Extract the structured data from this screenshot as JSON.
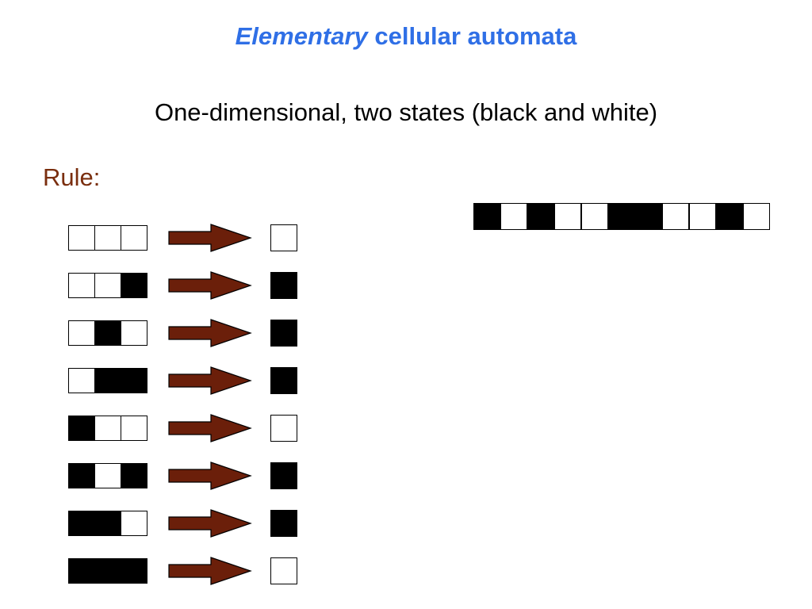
{
  "title": {
    "italic_part": "Elementary",
    "rest": " cellular automata"
  },
  "subtitle": "One-dimensional, two states (black and white)",
  "rule_label": "Rule:",
  "colors": {
    "title": "#2f6fe6",
    "rule_label": "#7a2e0e",
    "arrow_fill": "#6b1f0a"
  },
  "rules": [
    {
      "neighborhood": [
        0,
        0,
        0
      ],
      "result": 0
    },
    {
      "neighborhood": [
        0,
        0,
        1
      ],
      "result": 1
    },
    {
      "neighborhood": [
        0,
        1,
        0
      ],
      "result": 1
    },
    {
      "neighborhood": [
        0,
        1,
        1
      ],
      "result": 1
    },
    {
      "neighborhood": [
        1,
        0,
        0
      ],
      "result": 0
    },
    {
      "neighborhood": [
        1,
        0,
        1
      ],
      "result": 1
    },
    {
      "neighborhood": [
        1,
        1,
        0
      ],
      "result": 1
    },
    {
      "neighborhood": [
        1,
        1,
        1
      ],
      "result": 0
    }
  ],
  "strip_states": [
    1,
    0,
    1,
    0,
    0,
    1,
    1,
    0,
    0,
    1,
    0
  ]
}
